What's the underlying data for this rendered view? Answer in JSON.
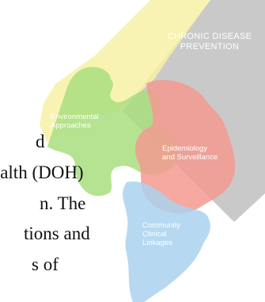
{
  "logo": {
    "title": "CHRONIC DISEASE\nPREVENTION",
    "pieces": {
      "yellow": "",
      "green": "Environmental\nApproaches",
      "red": "Epidemiology\nand Surveillance",
      "blue": "Community\nClinical\nLinkages"
    },
    "colors": {
      "gray": "#c9c9c9",
      "yellow": "#f7f1a6",
      "green": "#a9de7f",
      "red": "#f39a8f",
      "blue": "#a9d2ef"
    }
  },
  "document": {
    "lines": [
      "d",
      "ealth (DOH)",
      "n.  The",
      "tions and",
      "s of"
    ]
  }
}
